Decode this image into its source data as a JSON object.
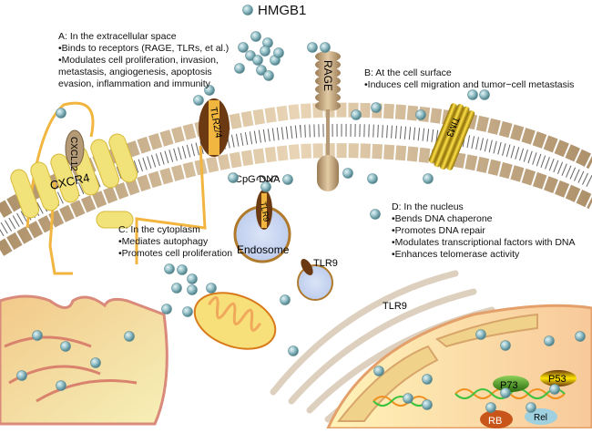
{
  "title": "HMGB1",
  "sections": {
    "A": {
      "heading": "A: In the extracellular space",
      "lines": [
        "•Binds to receptors (RAGE, TLRs, et al.)",
        "•Modulates cell proliferation, invasion,",
        "metastasis, angiogenesis, apoptosis",
        "evasion, inflammation and immunity"
      ]
    },
    "B": {
      "heading": "B: At the cell surface",
      "lines": [
        "•Induces cell migration and tumor−cell metastasis"
      ]
    },
    "C": {
      "heading": "C: In the cytoplasm",
      "lines": [
        "•Mediates autophagy",
        "•Promotes cell proliferation"
      ]
    },
    "D": {
      "heading": "D: In the nucleus",
      "lines": [
        "•Bends DNA chaperone",
        "•Promotes DNA repair",
        "•Modulates transcriptional factors with DNA",
        "•Enhances telomerase activity"
      ]
    }
  },
  "labels": {
    "rage": "RAGE",
    "tlr24": "TLR2/4",
    "tim3": "TIM3",
    "cxcl12": "CXCL12",
    "cxcr4": "CXCR4",
    "cpg_dna": "CpG-DNA",
    "tlr9_endosome": "TLR9",
    "endosome": "Endosome",
    "tlr9_vesicle": "TLR9",
    "tlr9_er": "TLR9",
    "p73": "P73",
    "p53": "P53",
    "rb": "RB",
    "rel": "Rel"
  },
  "colors": {
    "hmgb1": "#8fbcc4",
    "membrane": "#c8ab83",
    "tlr_dark": "#6b3a12",
    "tlr_light": "#f0b640",
    "cxcr4": "#f2de6a",
    "endosome_fill": "#c9d6f2",
    "endosome_border": "#b07a2c",
    "golgi": "#d9826d",
    "mito": "#f0a85a",
    "er": "#ddd0bf",
    "nucleus": "#fbd9a5",
    "p73": "#3a8a1c",
    "p53": "#e0b800",
    "rb": "#c8561a",
    "rel": "#9fd0e0"
  }
}
